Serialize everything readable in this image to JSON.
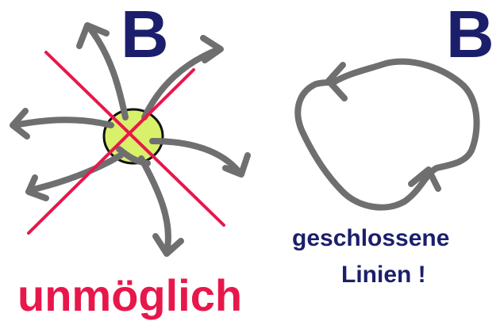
{
  "left_panel": {
    "symbol": "B",
    "caption": "unmöglich",
    "illustration": "field lines diverging from a point source, crossed out",
    "icons": [
      "source-dot-icon",
      "arrow-icon",
      "cross-out-icon"
    ]
  },
  "right_panel": {
    "symbol": "B",
    "caption_line1": "geschlossene",
    "caption_line2": "Linien !",
    "illustration": "single closed loop field line with arrows",
    "icons": [
      "closed-loop-icon",
      "arrow-icon"
    ]
  },
  "colors": {
    "symbol": "#1b1f6b",
    "caption_blue": "#1b1f6b",
    "caption_red": "#e8174b",
    "line": "#6f6f6f",
    "cross": "#e8174b",
    "source_fill": "#d8f06a",
    "source_stroke": "#111111"
  }
}
